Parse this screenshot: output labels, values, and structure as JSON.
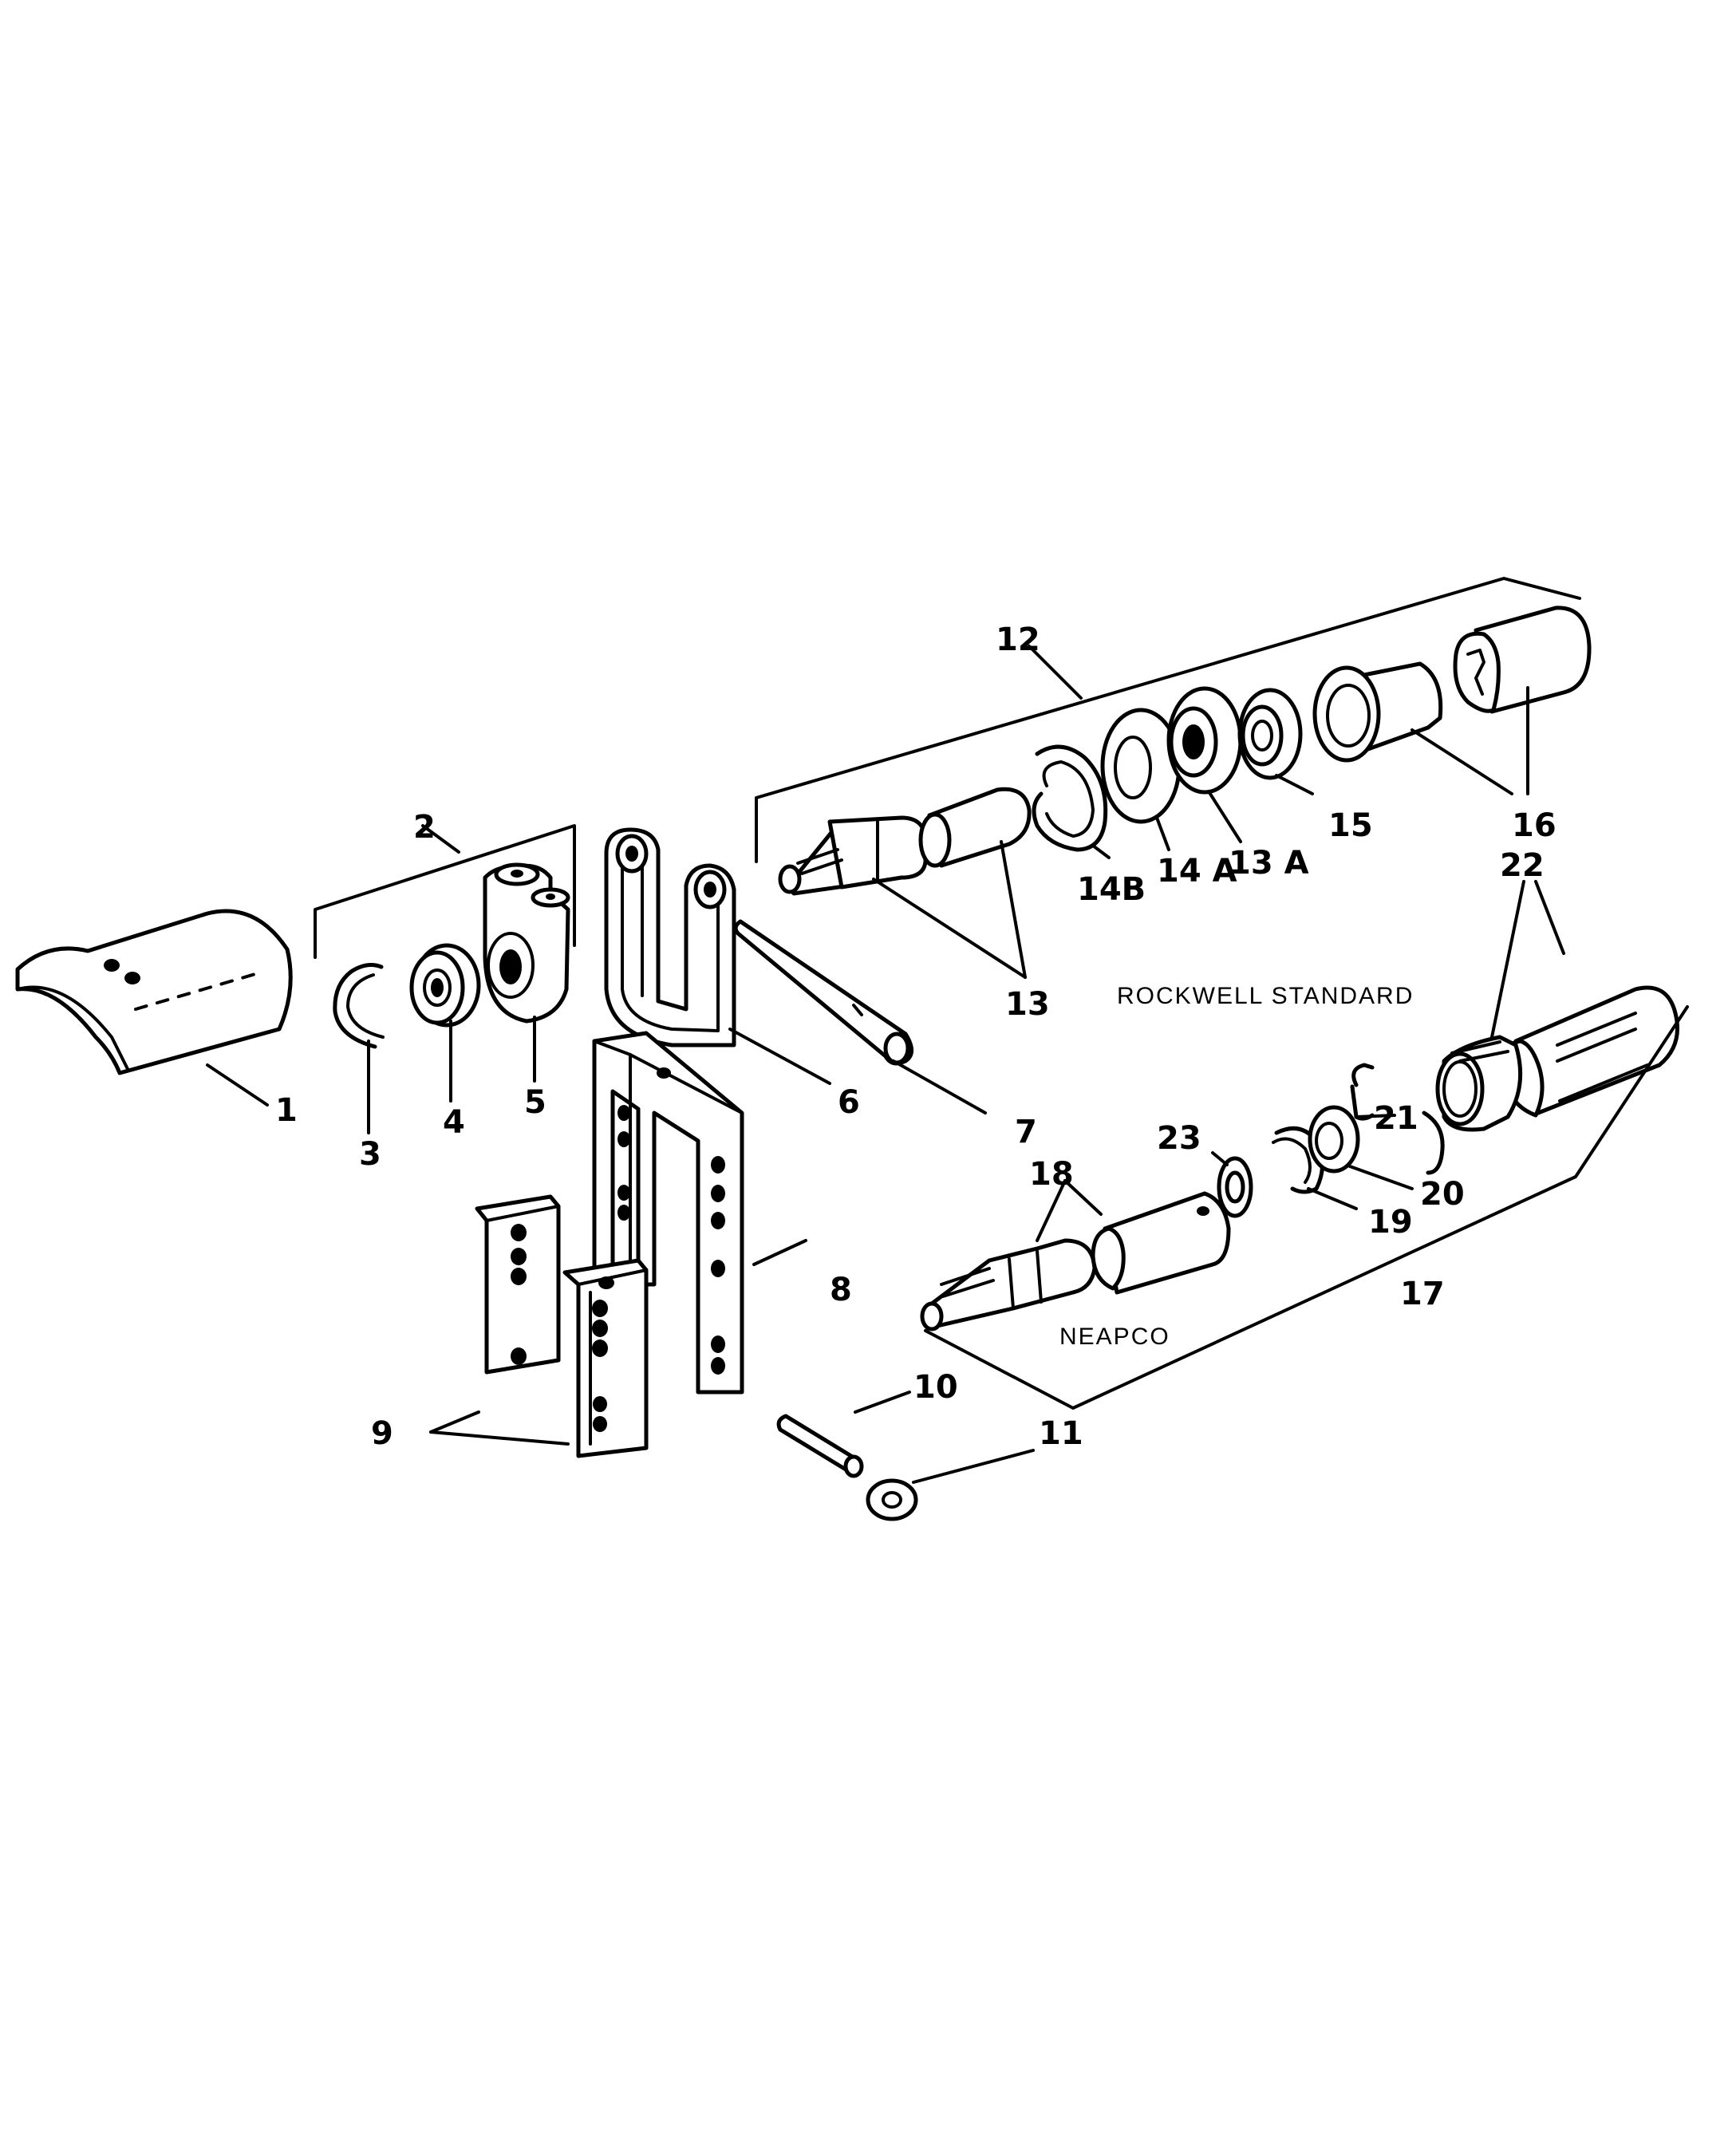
{
  "callouts": {
    "c1": "1",
    "c2": "2",
    "c3": "3",
    "c4": "4",
    "c5": "5",
    "c6": "6",
    "c7": "7",
    "c8": "8",
    "c9": "9",
    "c10": "10",
    "c11": "11",
    "c12": "12",
    "c13": "13",
    "c13a": "13 A",
    "c14a": "14 A",
    "c14b": "14B",
    "c15": "15",
    "c16": "16",
    "c17": "17",
    "c18": "18",
    "c19": "19",
    "c20": "20",
    "c21": "21",
    "c22": "22",
    "c23": "23"
  },
  "labels": {
    "rockwell": "ROCKWELL STANDARD",
    "neapco": "NEAPCO"
  }
}
